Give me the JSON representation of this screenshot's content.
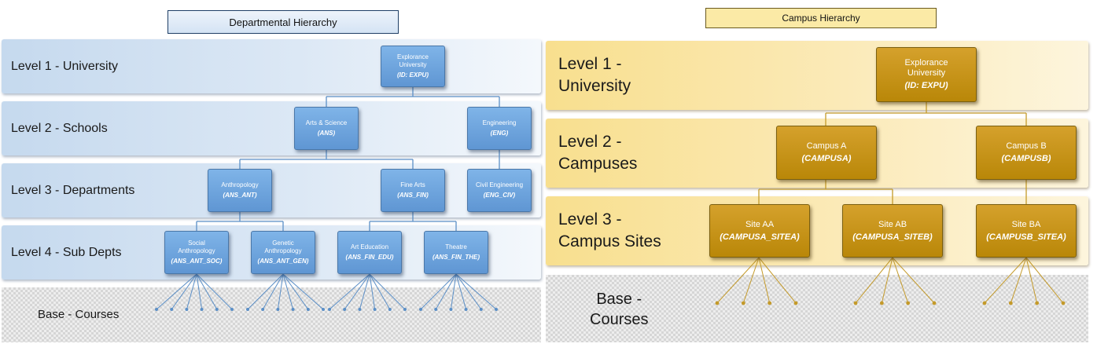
{
  "departmental": {
    "title": "Departmental Hierarchy",
    "levels": [
      "Level 1 - University",
      "Level 2 - Schools",
      "Level 3 - Departments",
      "Level 4 - Sub Depts"
    ],
    "base_label": "Base - Courses",
    "nodes": {
      "expu": {
        "name": "Explorance\nUniversity",
        "code": "(ID: EXPU)"
      },
      "ans": {
        "name": "Arts & Science",
        "code": "(ANS)"
      },
      "eng": {
        "name": "Engineering",
        "code": "(ENG)"
      },
      "ans_ant": {
        "name": "Anthropology",
        "code": "(ANS_ANT)"
      },
      "ans_fin": {
        "name": "Fine Arts",
        "code": "(ANS_FIN)"
      },
      "eng_civ": {
        "name": "Civil Engineering",
        "code": "(ENG_CIV)"
      },
      "ans_ant_soc": {
        "name": "Social\nAnthropology",
        "code": "(ANS_ANT_SOC)"
      },
      "ans_ant_gen": {
        "name": "Genetic\nAnthropology",
        "code": "(ANS_ANT_GEN)"
      },
      "ans_fin_edu": {
        "name": "Art Education",
        "code": "(ANS_FIN_EDU)"
      },
      "ans_fin_the": {
        "name": "Theatre",
        "code": "(ANS_FIN_THE)"
      }
    }
  },
  "campus": {
    "title": "Campus Hierarchy",
    "levels": [
      "Level 1 -\nUniversity",
      "Level 2 -\nCampuses",
      "Level 3 -\nCampus Sites"
    ],
    "base_label": "Base -\nCourses",
    "nodes": {
      "expu": {
        "name": "Explorance\nUniversity",
        "code": "(ID: EXPU)"
      },
      "campusa": {
        "name": "Campus A",
        "code": "(CAMPUSA)"
      },
      "campusb": {
        "name": "Campus B",
        "code": "(CAMPUSB)"
      },
      "sitea_a": {
        "name": "Site AA",
        "code": "(CAMPUSA_SITEA)"
      },
      "sitea_b": {
        "name": "Site AB",
        "code": "(CAMPUSA_SITEB)"
      },
      "siteb_a": {
        "name": "Site BA",
        "code": "(CAMPUSB_SITEA)"
      }
    }
  },
  "colors": {
    "blue_node": "#6aa3dd",
    "blue_line": "#5b8fc7",
    "gold_node": "#c8960f",
    "gold_line": "#c49a2a"
  }
}
